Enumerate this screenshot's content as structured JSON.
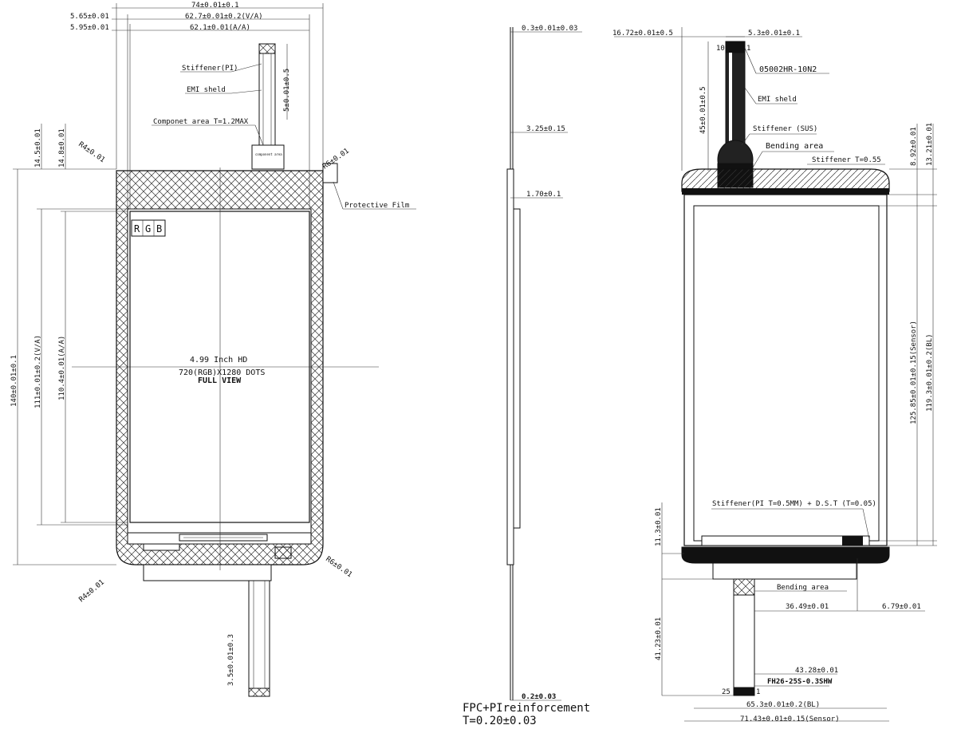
{
  "front": {
    "dim_outer_width": "74±0.01±0.1",
    "dim_va_width": "62.7±0.01±0.2(V/A)",
    "dim_aa_width": "62.1±0.01(A/A)",
    "dim_left_565": "5.65±0.01",
    "dim_left_595": "5.95±0.01",
    "dim_145": "14.5±0.01",
    "dim_148": "14.8±0.01",
    "dim_outer_height": "140±0.01±0.1",
    "dim_va_height": "111±0.01±0.2(V/A)",
    "dim_aa_height": "110.4±0.01(A/A)",
    "dim_fpc_5": "5±0.01±0.5",
    "dim_fpc_35": "3.5±0.01±0.3",
    "radius_top_left": "R4±0.01",
    "radius_top_right": "R6±0.01",
    "radius_bottom_left": "R4±0.01",
    "radius_bottom_right": "R6±0.01",
    "label_stiffener": "Stiffener(PI)",
    "label_emi": "EMI sheld",
    "label_component": "Componet  area T=1.2MAX",
    "label_component_box": "component area",
    "label_protective": "Protective Film",
    "pixel_r": "R",
    "pixel_g": "G",
    "pixel_b": "B",
    "center_title": "4.99 Inch HD",
    "center_res": "720(RGB)X1280  DOTS",
    "center_view": "FULL VIEW"
  },
  "side": {
    "dim_03": "0.3±0.01±0.03",
    "dim_325": "3.25±0.15",
    "dim_170": "1.70±0.1",
    "dim_02": "0.2±0.03",
    "caption_line1": "FPC+PIreinforcement",
    "caption_line2": "T=0.20±0.03"
  },
  "back": {
    "dim_1672": "16.72±0.01±0.5",
    "dim_53": "5.3±0.01±0.1",
    "pin_10": "10",
    "pin_1": "1",
    "connector_top": "05002HR-10N2",
    "label_emi": "EMI sheld",
    "dim_45": "45±0.01±0.5",
    "label_stiffener_sus": "Stiffener (SUS)",
    "label_bending_top": "Bending  area",
    "label_stiffener_055": "Stiffener T=0.55",
    "dim_892": "8.92±0.01",
    "dim_1321": "13.21±0.01",
    "dim_sensor_h": "125.85±0.01±0.15(Sensor)",
    "dim_bl_h": "119.3±0.01±0.2(BL)",
    "label_stiffener_pi": "Stiffener(PI T=0.5MM) + D.S.T (T=0.05)",
    "dim_113": "11.3±0.01",
    "label_bending_bottom": "Bending area",
    "dim_3649": "36.49±0.01",
    "dim_679": "6.79±0.01",
    "dim_4123": "41.23±0.01",
    "dim_4328": "43.28±0.01",
    "connector_bottom": "FH26-25S-0.3SHW",
    "pin_25": "25",
    "pin_1b": "1",
    "dim_653": "65.3±0.01±0.2(BL)",
    "dim_7143": "71.43±0.01±0.15(Sensor)"
  }
}
